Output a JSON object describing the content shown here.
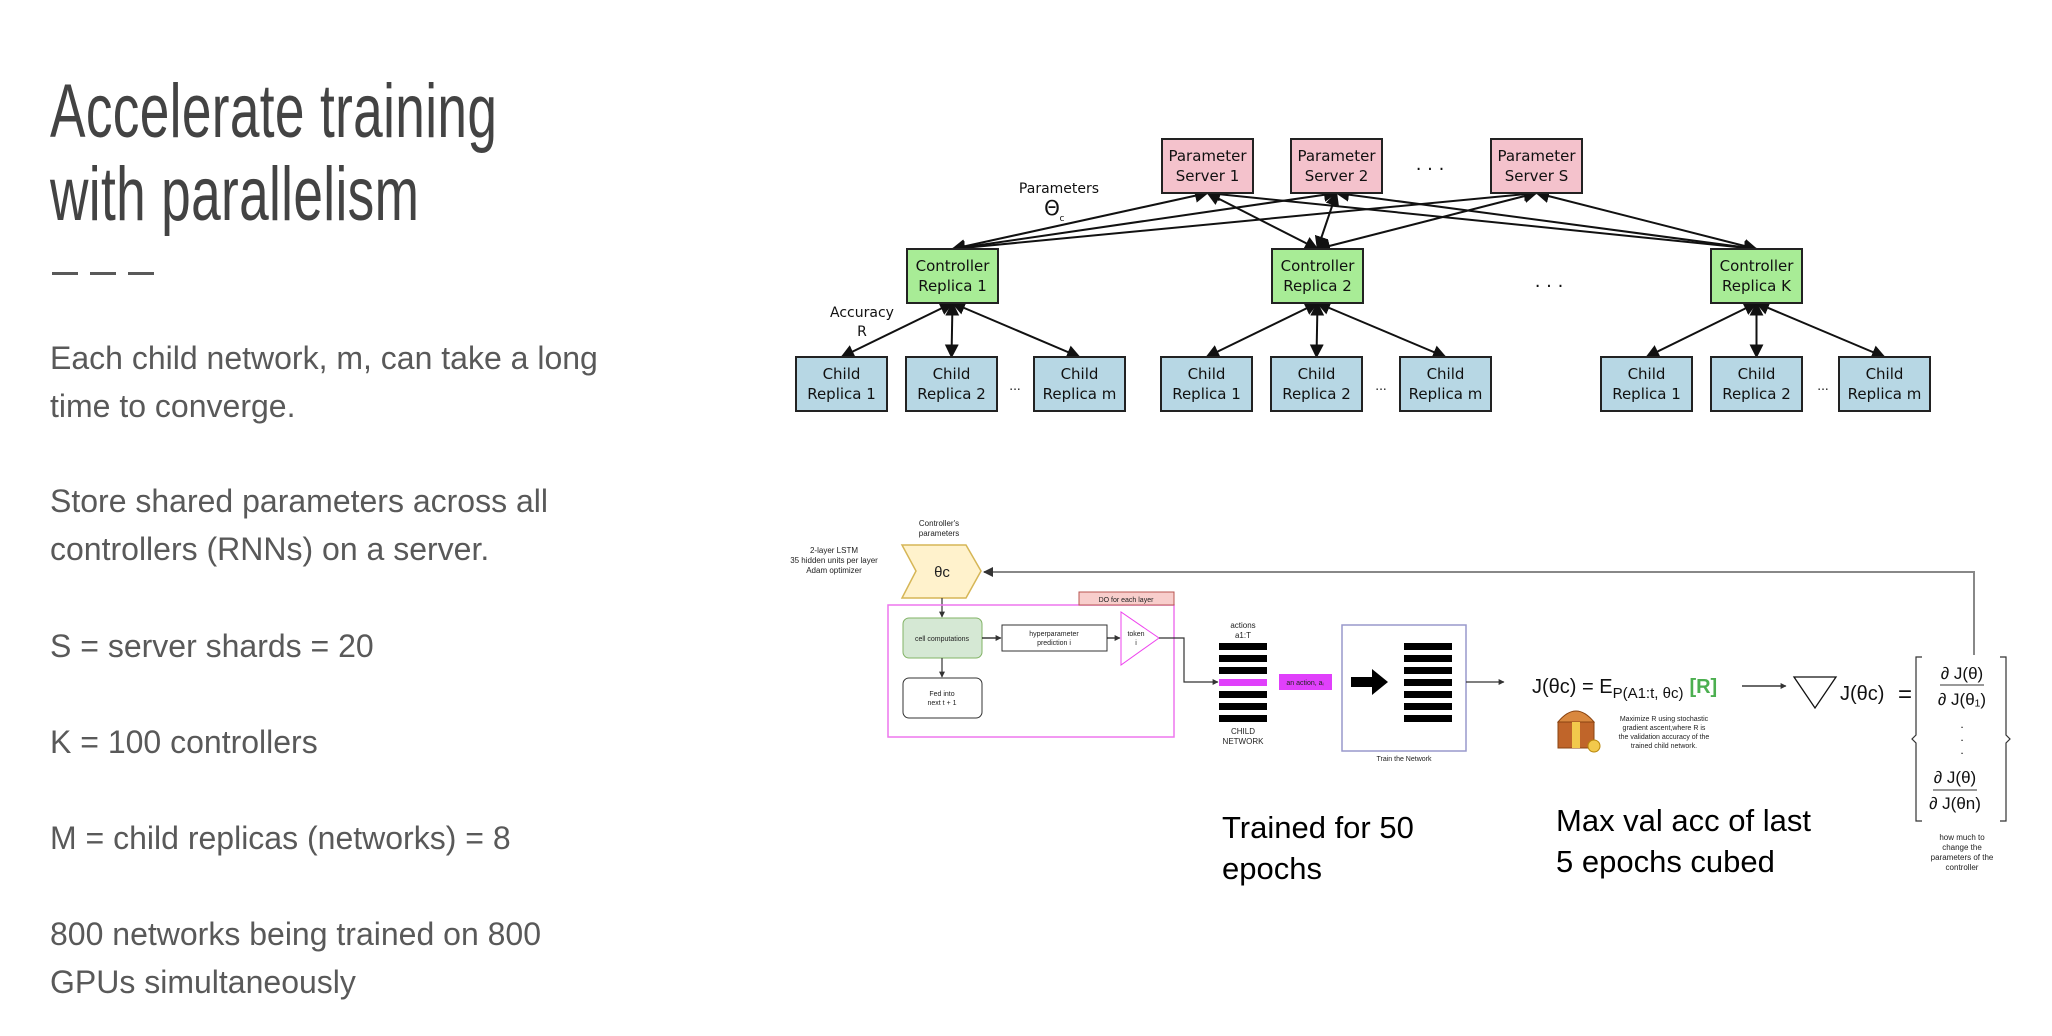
{
  "slide": {
    "title_lines": [
      "Accelerate training",
      "with parallelism"
    ],
    "paragraphs": [
      [
        "Each child network, m, can take a long",
        "time to converge."
      ],
      [
        "Store shared parameters across all",
        "controllers (RNNs) on a server."
      ],
      [
        "S = server shards = 20"
      ],
      [
        "K = 100 controllers"
      ],
      [
        "M = child replicas (networks) = 8"
      ],
      [
        "800 networks being trained on 800",
        "GPUs simultaneously"
      ]
    ]
  },
  "top_diagram": {
    "parameter_servers": [
      [
        "Parameter",
        "Server 1"
      ],
      [
        "Parameter",
        "Server 2"
      ],
      [
        "Parameter",
        "Server S"
      ]
    ],
    "controllers": [
      [
        "Controller",
        "Replica 1"
      ],
      [
        "Controller",
        "Replica 2"
      ],
      [
        "Controller",
        "Replica K"
      ]
    ],
    "children": [
      [
        "Child",
        "Replica 1"
      ],
      [
        "Child",
        "Replica 2"
      ],
      [
        "Child",
        "Replica m"
      ]
    ],
    "parameters_label": "Parameters",
    "theta_label": "Θ",
    "theta_sub": "c",
    "accuracy_label": "Accuracy",
    "accuracy_symbol": "R",
    "ellipsis": ". . .",
    "small_ellipsis": "..."
  },
  "bottom_diagram": {
    "lstm_notes": [
      "2-layer LSTM",
      "35 hidden units per layer",
      "Adam optimizer"
    ],
    "controller_params_label": [
      "Controller's",
      "parameters"
    ],
    "theta_c": "θc",
    "do_each_layer": "DO for each layer",
    "cell_computations": "cell computations",
    "hyperparameter_prediction": [
      "hyperparameter",
      "prediction i"
    ],
    "token": [
      "token",
      "i"
    ],
    "fed_into": [
      "Fed into",
      "next t + 1"
    ],
    "actions_label": [
      "actions",
      "a1:T"
    ],
    "child_network_label": [
      "CHILD",
      "NETWORK"
    ],
    "an_action": "an action, aᵢ",
    "train_network": "Train the Network",
    "objective": {
      "lhs": "J(θc) = E",
      "sub": "P(A1:t, θc)",
      "reward": "[R]"
    },
    "reward_color": "#4caf50",
    "maximize_note": [
      "Maximize R using stochastic",
      "gradient ascent,where R is",
      "the validation accuracy of the",
      "trained child network."
    ],
    "gradient": {
      "lhs": "J(θc)",
      "equals": "=",
      "num": "∂ J(θ)",
      "den1": "∂ J(θ₁)",
      "denn": "∂ J(θn)",
      "dot": "."
    },
    "gradient_note": [
      "how much to",
      "change the",
      "parameters of the",
      "controller"
    ],
    "trained_note": [
      "Trained for 50",
      "epochs"
    ],
    "max_val_note": [
      "Max val acc of last",
      "5 epochs cubed"
    ],
    "icons": [
      "treasure-chest-icon",
      "nabla-icon",
      "arrow-right-icon"
    ]
  }
}
